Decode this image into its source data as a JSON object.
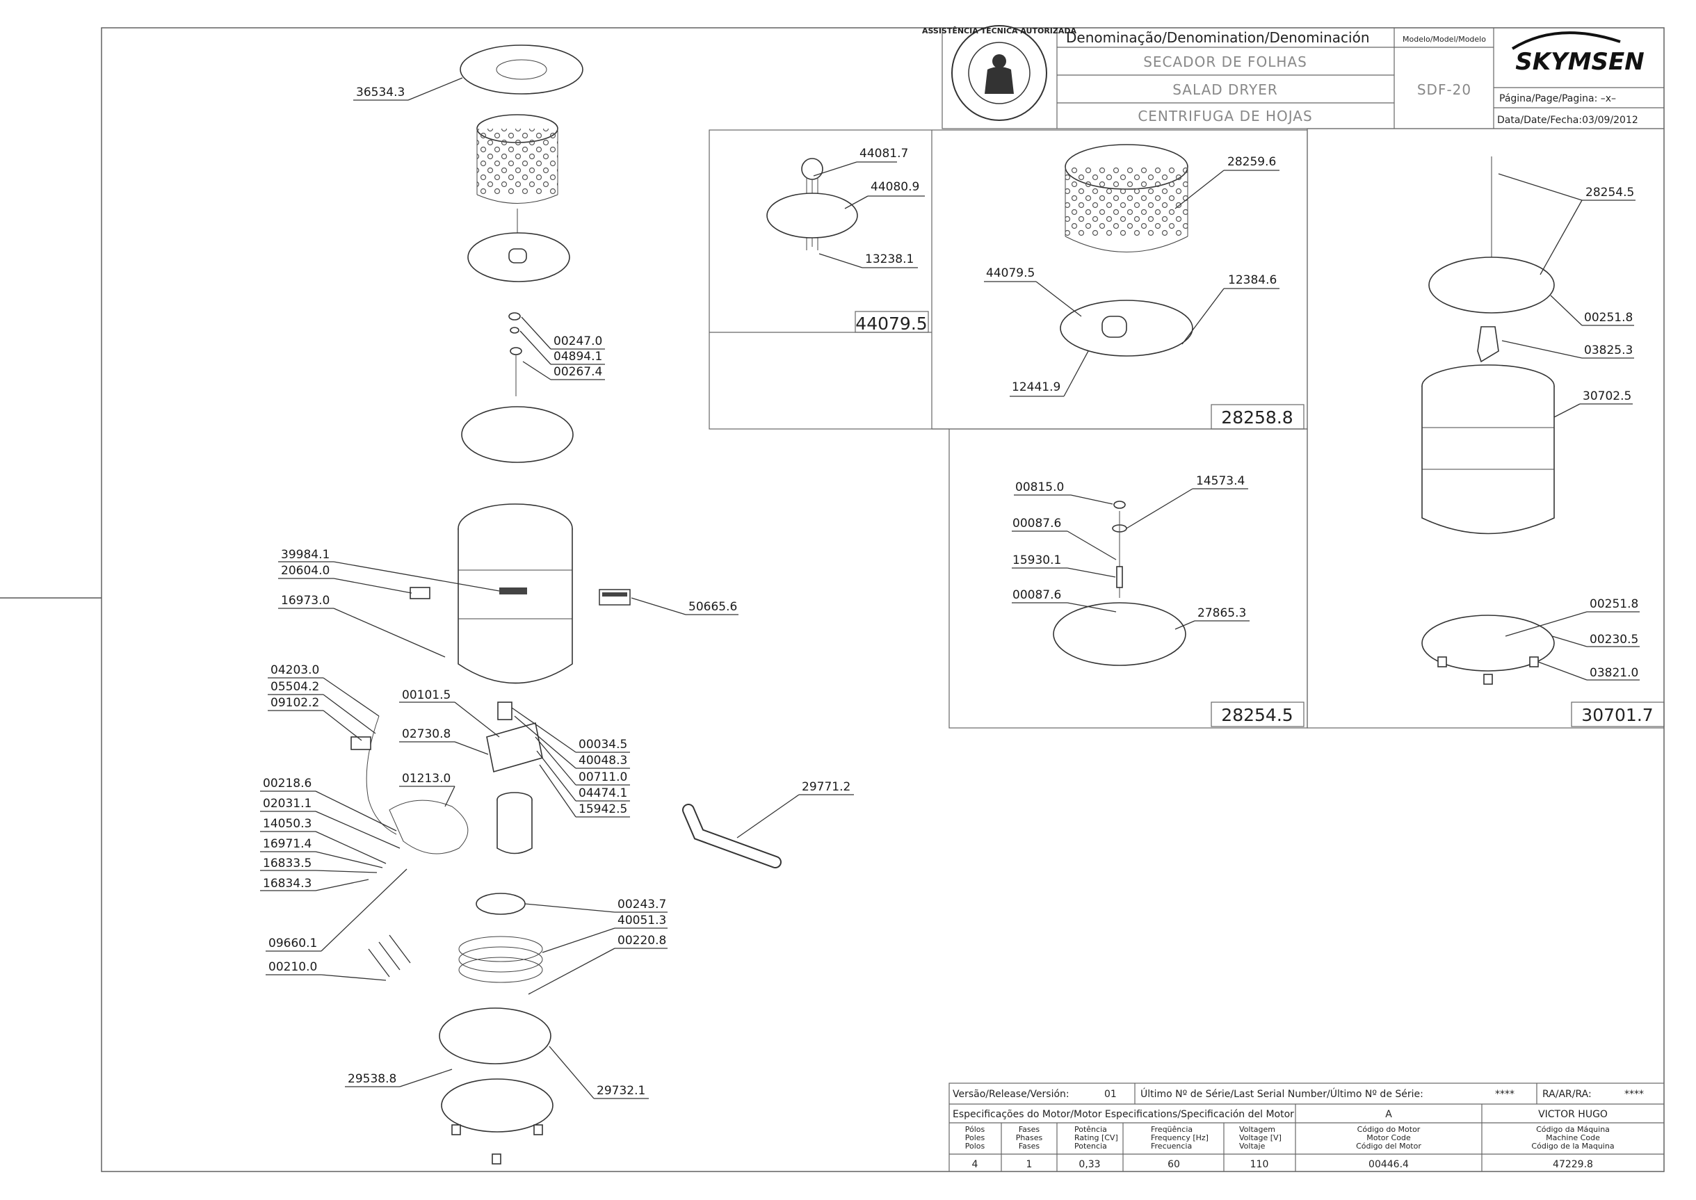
{
  "title_block": {
    "denomination_header": "Denominação/Denomination/Denominación",
    "name_pt": "SECADOR DE FOLHAS",
    "name_en": "SALAD DRYER",
    "name_es": "CENTRIFUGA DE HOJAS",
    "model_header": "Modelo/Model/Modelo",
    "model": "SDF-20",
    "brand": "SKYMSEN",
    "page_label": "Página/Page/Pagina: –x–",
    "date_label": "Data/Date/Fecha:03/09/2012",
    "seal_text": "ASSISTÊNCIA TÉCNICA AUTORIZADA"
  },
  "footer_block": {
    "version_label": "Versão/Release/Versión:",
    "version_value": "01",
    "serial_label": "Último Nº de Série/Last Serial Number/Último Nº de Série:",
    "serial_value": "****",
    "ra_label": "RA/AR/RA:",
    "ra_value": "****",
    "motor_spec_label": "Especificações do Motor/Motor Especifications/Specificación del Motor",
    "revision": "A",
    "author": "VICTOR HUGO",
    "columns": [
      {
        "header": [
          "Pólos",
          "Poles",
          "Polos"
        ],
        "value": "4"
      },
      {
        "header": [
          "Fases",
          "Phases",
          "Fases"
        ],
        "value": "1"
      },
      {
        "header": [
          "Potência",
          "Rating [CV]",
          "Potencia"
        ],
        "value": "0,33"
      },
      {
        "header": [
          "Freqüência",
          "Frequency [Hz]",
          "Frecuencia"
        ],
        "value": "60"
      },
      {
        "header": [
          "Voltagem",
          "Voltage [V]",
          "Voltaje"
        ],
        "value": "110"
      },
      {
        "header": [
          "Código do Motor",
          "Motor Code",
          "Código del Motor"
        ],
        "value": "00446.4"
      },
      {
        "header": [
          "Código da Máquina",
          "Machine Code",
          "Código de la Maquina"
        ],
        "value": "47229.8"
      }
    ]
  },
  "detail_boxes": {
    "box1": "44079.5",
    "box2": "28258.8",
    "box3": "28254.5",
    "box4": "30701.7"
  },
  "main_labels": {
    "l36534": "36534.3",
    "l00247": "00247.0",
    "l04894": "04894.1",
    "l00267": "00267.4",
    "l39984": "39984.1",
    "l20604": "20604.0",
    "l16973": "16973.0",
    "l50665": "50665.6",
    "l04203": "04203.0",
    "l05504": "05504.2",
    "l09102": "09102.2",
    "l00101": "00101.5",
    "l02730": "02730.8",
    "l01213": "01213.0",
    "l00034": "00034.5",
    "l40048": "40048.3",
    "l00711": "00711.0",
    "l04474": "04474.1",
    "l15942": "15942.5",
    "l00218": "00218.6",
    "l02031": "02031.1",
    "l14050": "14050.3",
    "l16971": "16971.4",
    "l16833": "16833.5",
    "l16834": "16834.3",
    "l29771": "29771.2",
    "l09660": "09660.1",
    "l00210": "00210.0",
    "l00243": "00243.7",
    "l40051": "40051.3",
    "l00220": "00220.8",
    "l29538": "29538.8",
    "l29732": "29732.1"
  },
  "box1_labels": {
    "a": "44081.7",
    "b": "44080.9",
    "c": "13238.1"
  },
  "box2_labels": {
    "a": "28259.6",
    "b": "44079.5",
    "c": "12384.6",
    "d": "12441.9"
  },
  "box3_labels": {
    "a": "00815.0",
    "b": "14573.4",
    "c": "00087.6",
    "d": "15930.1",
    "e": "00087.6",
    "f": "27865.3"
  },
  "box4_labels": {
    "a": "28254.5",
    "b": "00251.8",
    "c": "03825.3",
    "d": "30702.5",
    "e": "00251.8",
    "f": "00230.5",
    "g": "03821.0"
  }
}
